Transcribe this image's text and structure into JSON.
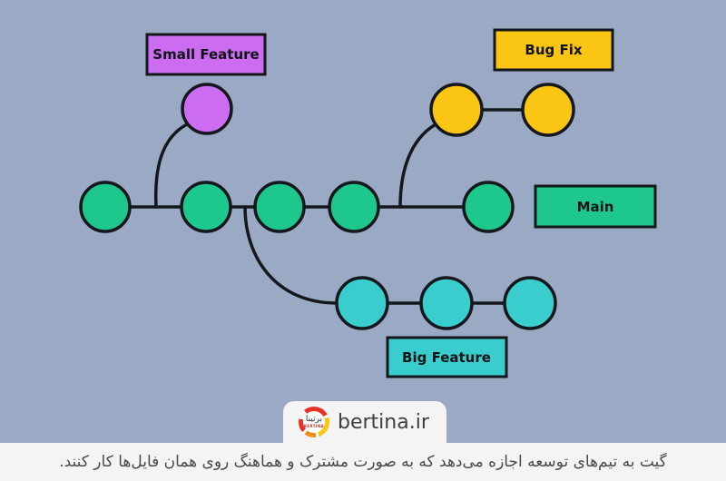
{
  "diagram": {
    "background_color": "#9BAAC4",
    "line_color": "#14171c",
    "labels": {
      "small_feature": "Small Feature",
      "bug_fix": "Bug Fix",
      "main": "Main",
      "big_feature": "Big Feature"
    },
    "colors": {
      "main": "#1EC88C",
      "small_feature": "#CC6CF0",
      "bug_fix": "#FAC513",
      "big_feature": "#39CDCD"
    },
    "branches": [
      {
        "name": "Main",
        "commits": 5,
        "color": "#1EC88C"
      },
      {
        "name": "Small Feature",
        "commits": 1,
        "color": "#CC6CF0"
      },
      {
        "name": "Bug Fix",
        "commits": 2,
        "color": "#FAC513"
      },
      {
        "name": "Big Feature",
        "commits": 3,
        "color": "#39CDCD"
      }
    ]
  },
  "footer": {
    "brand": "bertina.ir",
    "logo_text": "BERTINA",
    "logo_script": "برتینا",
    "caption": "گیت به تیم‌های توسعه اجازه می‌دهد که به صورت مشترک و هماهنگ روی همان فایل‌ها کار کنند."
  }
}
